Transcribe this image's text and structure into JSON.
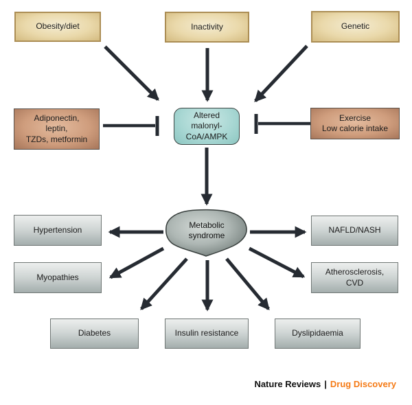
{
  "nodes": {
    "obesity": {
      "lines": [
        "Obesity/diet"
      ]
    },
    "inactivity": {
      "lines": [
        "Inactivity"
      ]
    },
    "genetic": {
      "lines": [
        "Genetic"
      ]
    },
    "adiponectin": {
      "lines": [
        "Adiponectin,",
        "leptin,",
        "TZDs, metformin"
      ]
    },
    "ampk": {
      "lines": [
        "Altered",
        "malonyl-",
        "CoA/AMPK"
      ]
    },
    "exercise": {
      "lines": [
        "Exercise",
        "Low calorie intake"
      ]
    },
    "hub": {
      "lines": [
        "Metabolic",
        "syndrome"
      ]
    },
    "hypertension": {
      "lines": [
        "Hypertension"
      ]
    },
    "myopathies": {
      "lines": [
        "Myopathies"
      ]
    },
    "nafld": {
      "lines": [
        "NAFLD/NASH"
      ]
    },
    "atherosclerosis": {
      "lines": [
        "Atherosclerosis,",
        "CVD"
      ]
    },
    "diabetes": {
      "lines": [
        "Diabetes"
      ]
    },
    "insulin": {
      "lines": [
        "Insulin resistance"
      ]
    },
    "dyslipidaemia": {
      "lines": [
        "Dyslipidaemia"
      ]
    }
  },
  "footer": {
    "brand": "Nature Reviews",
    "separator": "|",
    "journal": "Drug Discovery"
  },
  "colors": {
    "arrow": "#262b32",
    "footer_accent": "#f57b17",
    "tan_fill": "#ead9ab",
    "tan_border": "#ab8d54",
    "brown_fill": "#cf9d7d",
    "brown_border": "#58514b",
    "teal_fill": "#a8d7d3",
    "teal_border": "#3c4442",
    "gray_fill": "#cfd5d4",
    "gray_border": "#6e7573",
    "hub_fill_light": "#d2d8d5",
    "hub_fill_dark": "#5f6a67",
    "text": "#1b1b1b",
    "background": "#ffffff"
  }
}
